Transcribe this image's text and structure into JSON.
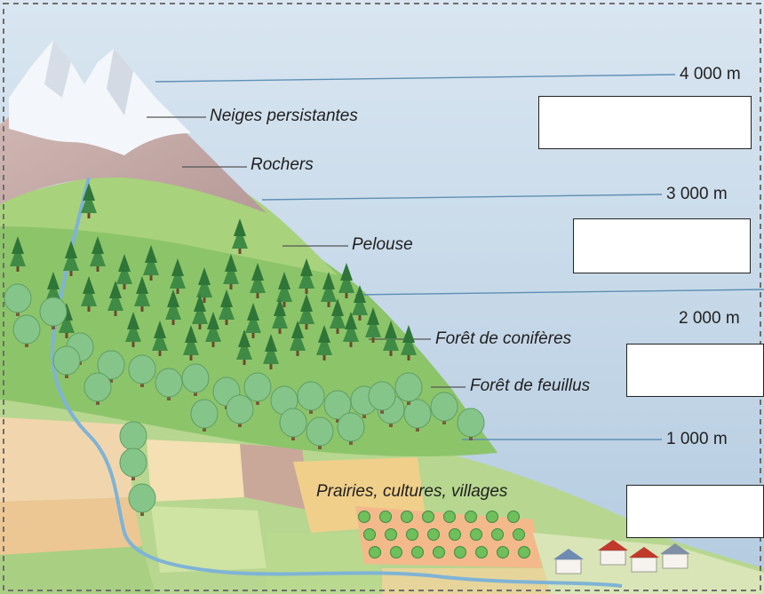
{
  "zones": [
    {
      "id": "snow",
      "label": "Neiges persistantes"
    },
    {
      "id": "rocks",
      "label": "Rochers"
    },
    {
      "id": "lawn",
      "label": "Pelouse"
    },
    {
      "id": "conifers",
      "label": "Forêt de conifères"
    },
    {
      "id": "deciduous",
      "label": "Forêt de feuillus"
    },
    {
      "id": "farmland",
      "label": "Prairies, cultures, villages"
    }
  ],
  "altitudes": [
    {
      "id": "alt4000",
      "label": "4 000 m"
    },
    {
      "id": "alt3000",
      "label": "3 000 m"
    },
    {
      "id": "alt2000",
      "label": "2 000 m"
    },
    {
      "id": "alt1000",
      "label": "1 000 m"
    }
  ],
  "answer_boxes": [
    "",
    "",
    "",
    ""
  ],
  "colors": {
    "sky_top": "#dfe9f2",
    "sky_bottom": "#b9cfe3",
    "snow": "#f4f7fb",
    "rock": "#c2a9a6",
    "lawn": "#a8d07a",
    "forest_floor": "#8cc46a",
    "conifer": "#3f8a45",
    "deciduous": "#86c58a",
    "field_orange": "#f2c99a",
    "field_yellow": "#f1ddb0",
    "river": "#7fb3d6",
    "altitude_line": "#5e8fb4",
    "border": "#6e6e6e"
  }
}
